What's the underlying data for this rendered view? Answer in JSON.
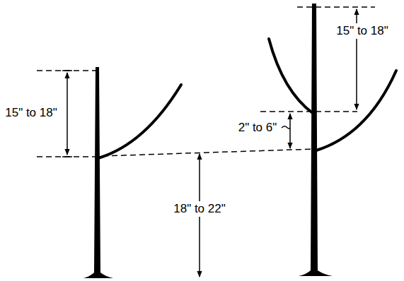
{
  "diagram": {
    "labels": [
      "15\" to 18\"",
      "18\" to 22\"",
      "2\" to 6\"",
      "15\" to 18\""
    ]
  }
}
